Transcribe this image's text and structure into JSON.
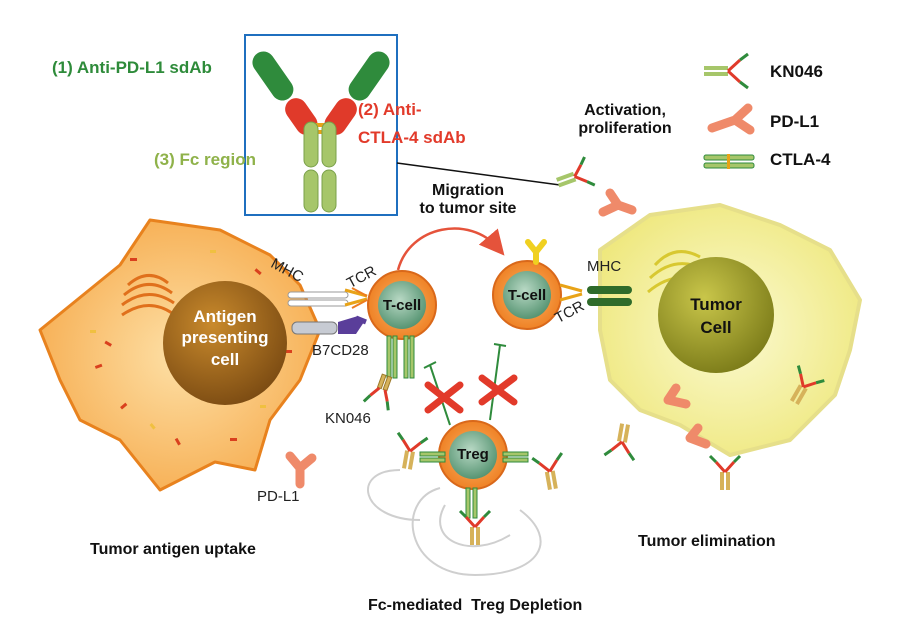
{
  "callouts": {
    "anti_pdl1": "(1) Anti-PD-L1 sdAb",
    "anti_ctla4_line1": "(2) Anti-",
    "anti_ctla4_line2": "CTLA-4 sdAb",
    "fc_region": "(3) Fc region"
  },
  "legend": {
    "kn046": "KN046",
    "pdl1": "PD-L1",
    "ctla4": "CTLA-4"
  },
  "process": {
    "activation_line1": "Activation,",
    "activation_line2": "proliferation",
    "migration_line1": "Migration",
    "migration_line2": "to tumor site"
  },
  "cells": {
    "apc_line1": "Antigen",
    "apc_line2": "presenting",
    "apc_line3": "cell",
    "tcell_left": "T-cell",
    "tcell_right": "T-cell",
    "treg": "Treg",
    "tumor_line1": "Tumor",
    "tumor_line2": "Cell"
  },
  "molecules": {
    "mhc_left": "MHC",
    "tcr_left": "TCR",
    "b7": "B7",
    "cd28": "CD28",
    "kn046": "KN046",
    "pdl1": "PD-L1",
    "mhc_right": "MHC",
    "tcr_right": "TCR"
  },
  "captions": {
    "uptake": "Tumor antigen uptake",
    "elimination": "Tumor elimination",
    "depletion": "Fc-mediated  Treg Depletion"
  },
  "colors": {
    "anti_pdl1": "#2e8b3a",
    "anti_ctla4": "#e23a2a",
    "fc": "#8fb24a",
    "inset_border": "#1f6fbf",
    "apc_body": "#f7b35a",
    "tumor_body": "#f3f0a8"
  }
}
